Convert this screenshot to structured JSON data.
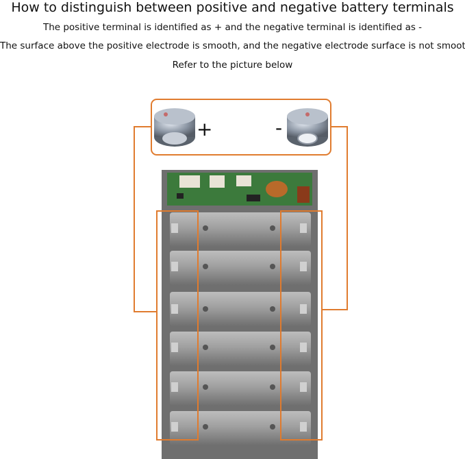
{
  "heading": "How to distinguish between positive and negative battery terminals",
  "lines": [
    "The positive terminal is identified as + and the negative terminal is identified as -",
    "The surface above the positive electrode is smooth, and the negative electrode surface is not smooth",
    "Refer to the picture below"
  ],
  "symbols": {
    "positive": "+",
    "negative": "-"
  },
  "colors": {
    "accent": "#E07B2E",
    "holder": "#7A7A7A",
    "cell": "#9A9A9A",
    "pcb": "#3C7A3C"
  },
  "icons": [
    "positive-terminal-icon",
    "negative-terminal-icon"
  ]
}
